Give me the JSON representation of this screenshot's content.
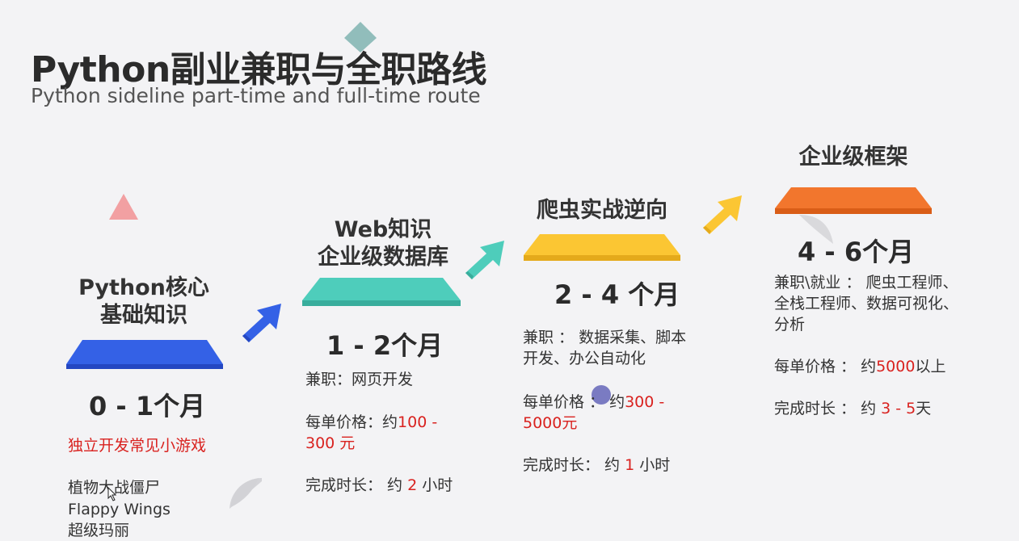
{
  "header": {
    "title": "Python副业兼职与全职路线",
    "subtitle": "Python sideline part-time and full-time route"
  },
  "colors": {
    "stage1": "#3461e6",
    "stage2": "#4ecdbb",
    "stage3": "#fbc633",
    "stage4": "#f2762d",
    "price_red": "#d9221f"
  },
  "stages": [
    {
      "title_lines": [
        "Python核心",
        "基础知识"
      ],
      "duration": "0 - 1个月",
      "highlight": "独立开发常见小游戏",
      "games": [
        "植物大战僵尸",
        "Flappy Wings",
        "超级玛丽"
      ]
    },
    {
      "title_lines": [
        "Web知识",
        "企业级数据库"
      ],
      "duration": "1 - 2个月",
      "job_label": "兼职：",
      "job_value": "网页开发",
      "price_label": "每单价格：约",
      "price_value_1": "100 -",
      "price_value_2": "300 元",
      "time_label": "完成时长：  约 ",
      "time_value": "2",
      "time_unit": " 小时"
    },
    {
      "title": "爬虫实战逆向",
      "duration": "2 - 4 个月",
      "job_line1": "兼职 ： 数据采集、脚本",
      "job_line2": "开发、办公自动化",
      "price_label": "每单价格 ： 约",
      "price_value_1": "300 -",
      "price_value_2": "5000元",
      "time_label": "完成时长： 约 ",
      "time_value": "1",
      "time_unit": " 小时"
    },
    {
      "title": "企业级框架",
      "duration": "4 - 6个月",
      "job_line1": "兼职\\就业 ： 爬虫工程师、",
      "job_line2": "全栈工程师、数据可视化、",
      "job_line3": "分析",
      "price_label": "每单价格 ： 约",
      "price_value": "5000",
      "price_suffix": "以上",
      "time_label": "完成时长 ： 约 ",
      "time_value": "3 - 5",
      "time_unit": "天"
    }
  ],
  "icons": {
    "arrows": [
      "arrow-up-right-icon",
      "arrow-up-right-icon",
      "arrow-up-right-icon"
    ],
    "cursor": "mouse-cursor-icon"
  }
}
